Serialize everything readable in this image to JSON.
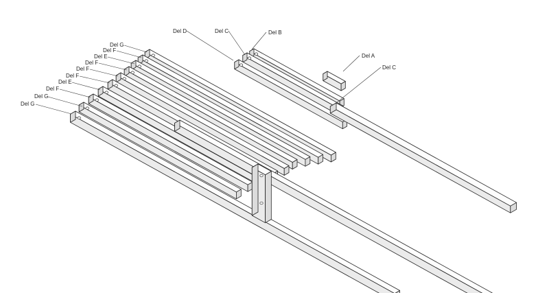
{
  "labels_left": [
    "Del G",
    "Del F",
    "Del E",
    "Del F",
    "Del F",
    "Del F",
    "Del E",
    "Del F",
    "Del G"
  ],
  "labels_top": [
    "Del D",
    "Del C",
    "Del B"
  ],
  "labels_right": [
    "Del A",
    "Del C"
  ]
}
